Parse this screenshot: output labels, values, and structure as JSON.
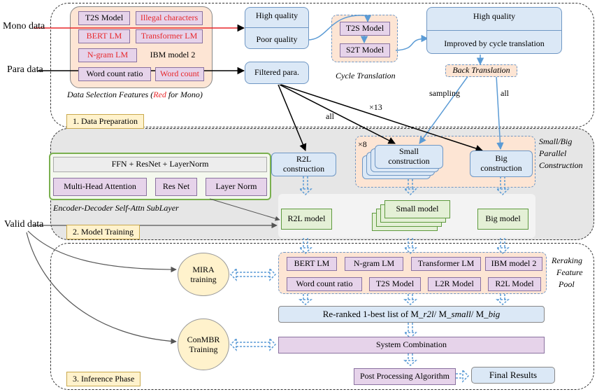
{
  "inputs": {
    "mono": "Mono data",
    "para": "Para data",
    "valid": "Valid data"
  },
  "features": [
    {
      "label": "T2S Model",
      "color": "#000000"
    },
    {
      "label": "Illegal characters",
      "color": "#e8262a"
    },
    {
      "label": "BERT LM",
      "color": "#e8262a"
    },
    {
      "label": "Transformer LM",
      "color": "#e8262a"
    },
    {
      "label": "N-gram LM",
      "color": "#e8262a"
    },
    {
      "label": "IBM model 2",
      "color": "#000000"
    },
    {
      "label": "Word count ratio",
      "color": "#000000"
    },
    {
      "label": "Word count",
      "color": "#e8262a"
    }
  ],
  "selection_caption": {
    "prefix": "Data Selection Features (",
    "red_word": "Red",
    "suffix": " for Mono)"
  },
  "quality": {
    "high": "High quality",
    "poor": "Poor quality",
    "filtered": "Filtered para."
  },
  "cycle": {
    "t2s": "T2S Model",
    "s2t": "S2T Model",
    "caption": "Cycle Translation"
  },
  "improved": {
    "title": "High quality",
    "subtitle": "Improved by cycle translation"
  },
  "back_translation": "Back Translation",
  "edge_labels": {
    "sampling": "sampling",
    "all_right": "all",
    "all_left": "all",
    "x13": "×13",
    "x8": "×8"
  },
  "phases": {
    "p1": "1. Data Preparation",
    "p2": "2. Model Training",
    "p3": "3. Inference Phase"
  },
  "encoder": {
    "top": "FFN + ResNet + LayerNorm",
    "mha": "Multi-Head Attention",
    "resnet": "Res Net",
    "layernorm": "Layer Norm",
    "caption": "Encoder-Decoder Self-Attn SubLayer"
  },
  "construction": {
    "r2l": "R2L construction",
    "small": "Small construction",
    "big": "Big construction",
    "side_caption": [
      "Small/Big",
      "Parallel",
      "Construction"
    ]
  },
  "models": {
    "r2l": "R2L model",
    "small": "Small model",
    "big": "Big model"
  },
  "rerank_features": [
    "BERT LM",
    "N-gram LM",
    "Transformer LM",
    "IBM model 2",
    "Word count ratio",
    "T2S Model",
    "L2R Model",
    "R2L Model"
  ],
  "rerank_caption": [
    "Reraking",
    "Feature",
    "Pool"
  ],
  "mira": [
    "MIRA",
    "training"
  ],
  "conmbr": [
    "ConMBR",
    "Training"
  ],
  "reranked": {
    "prefix": "Re-ranked 1-best list of  M_",
    "r2l": "r2l",
    "sep1": "/ M_",
    "small": "small",
    "sep2": "/ M_",
    "big": "big"
  },
  "system_combination": "System Combination",
  "post_processing": "Post Processing Algorithm",
  "final_results": "Final Results",
  "colors": {
    "feature_fill": "#e6d3ea",
    "blue_fill": "#dbe8f6",
    "green_fill": "#e4f0d6",
    "orange_fill": "#fde5d4",
    "yellow_fill": "#fff2cc",
    "training_gray": "#e6e6e6",
    "red": "#e8262a",
    "blue_line": "#5b9bd5"
  }
}
